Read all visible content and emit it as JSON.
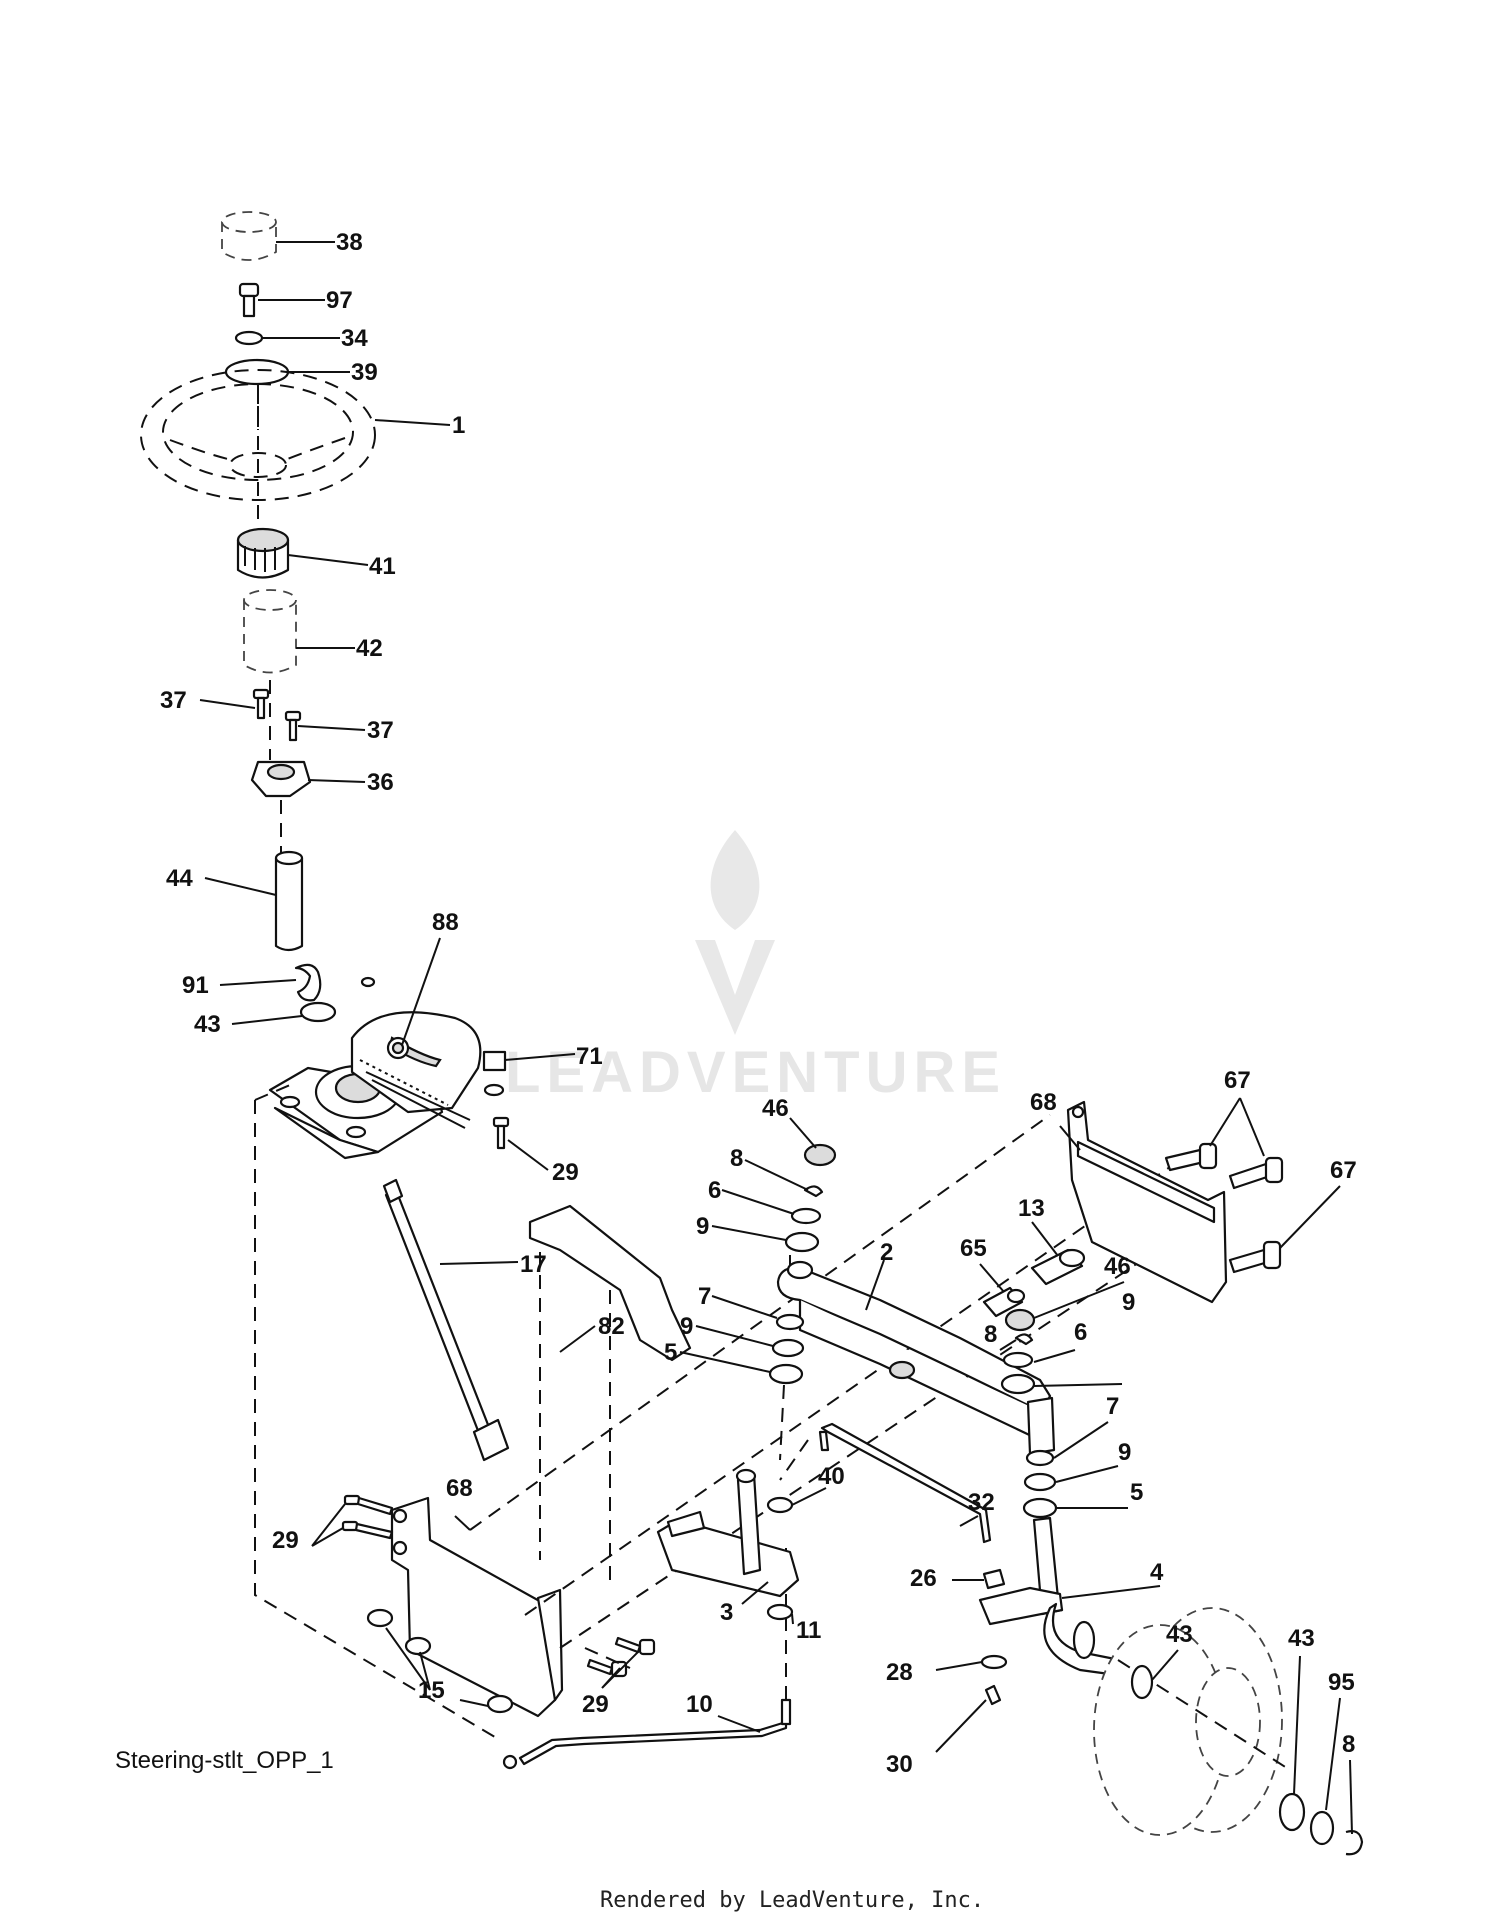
{
  "diagram": {
    "caption": "Steering-stlt_OPP_1",
    "footer": "Rendered by LeadVenture, Inc.",
    "watermark": "LEADVENTURE",
    "callouts": [
      {
        "id": "c-38",
        "label": "38"
      },
      {
        "id": "c-97",
        "label": "97"
      },
      {
        "id": "c-34",
        "label": "34"
      },
      {
        "id": "c-39",
        "label": "39"
      },
      {
        "id": "c-1",
        "label": "1"
      },
      {
        "id": "c-41",
        "label": "41"
      },
      {
        "id": "c-42",
        "label": "42"
      },
      {
        "id": "c-37a",
        "label": "37"
      },
      {
        "id": "c-37b",
        "label": "37"
      },
      {
        "id": "c-36",
        "label": "36"
      },
      {
        "id": "c-44",
        "label": "44"
      },
      {
        "id": "c-88",
        "label": "88"
      },
      {
        "id": "c-91",
        "label": "91"
      },
      {
        "id": "c-43a",
        "label": "43"
      },
      {
        "id": "c-71",
        "label": "71"
      },
      {
        "id": "c-29a",
        "label": "29"
      },
      {
        "id": "c-17",
        "label": "17"
      },
      {
        "id": "c-82",
        "label": "82"
      },
      {
        "id": "c-46a",
        "label": "46"
      },
      {
        "id": "c-8a",
        "label": "8"
      },
      {
        "id": "c-6a",
        "label": "6"
      },
      {
        "id": "c-9a",
        "label": "9"
      },
      {
        "id": "c-2",
        "label": "2"
      },
      {
        "id": "c-7a",
        "label": "7"
      },
      {
        "id": "c-9b",
        "label": "9"
      },
      {
        "id": "c-5a",
        "label": "5"
      },
      {
        "id": "c-68a",
        "label": "68"
      },
      {
        "id": "c-67a",
        "label": "67"
      },
      {
        "id": "c-67b",
        "label": "67"
      },
      {
        "id": "c-13",
        "label": "13"
      },
      {
        "id": "c-65",
        "label": "65"
      },
      {
        "id": "c-46b",
        "label": "46"
      },
      {
        "id": "c-8b",
        "label": "8"
      },
      {
        "id": "c-6b",
        "label": "6"
      },
      {
        "id": "c-9c",
        "label": "9"
      },
      {
        "id": "c-7b",
        "label": "7"
      },
      {
        "id": "c-9d",
        "label": "9"
      },
      {
        "id": "c-5b",
        "label": "5"
      },
      {
        "id": "c-32",
        "label": "32"
      },
      {
        "id": "c-40",
        "label": "40"
      },
      {
        "id": "c-68b",
        "label": "68"
      },
      {
        "id": "c-29b",
        "label": "29"
      },
      {
        "id": "c-26",
        "label": "26"
      },
      {
        "id": "c-4",
        "label": "4"
      },
      {
        "id": "c-3",
        "label": "3"
      },
      {
        "id": "c-11",
        "label": "11"
      },
      {
        "id": "c-43b",
        "label": "43"
      },
      {
        "id": "c-43c",
        "label": "43"
      },
      {
        "id": "c-15",
        "label": "15"
      },
      {
        "id": "c-29c",
        "label": "29"
      },
      {
        "id": "c-10",
        "label": "10"
      },
      {
        "id": "c-28",
        "label": "28"
      },
      {
        "id": "c-95",
        "label": "95"
      },
      {
        "id": "c-8c",
        "label": "8"
      },
      {
        "id": "c-30",
        "label": "30"
      }
    ]
  }
}
